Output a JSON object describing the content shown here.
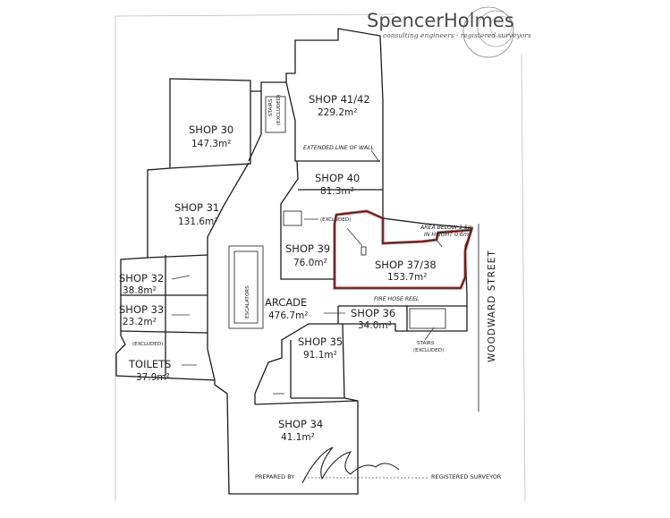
{
  "brand": {
    "name": "SpencerHolmes",
    "tagline": "consulting engineers · registered surveyors"
  },
  "street": "WOODWARD STREET",
  "units": [
    {
      "id": "shop-41-42",
      "name": "SHOP 41/42",
      "area": "229.2m²"
    },
    {
      "id": "shop-30",
      "name": "SHOP 30",
      "area": "147.3m²"
    },
    {
      "id": "shop-40",
      "name": "SHOP 40",
      "area": "81.3m²"
    },
    {
      "id": "shop-31",
      "name": "SHOP 31",
      "area": "131.6m²"
    },
    {
      "id": "shop-39",
      "name": "SHOP 39",
      "area": "76.0m²"
    },
    {
      "id": "shop-37-38",
      "name": "SHOP 37/38",
      "area": "153.7m²"
    },
    {
      "id": "shop-32",
      "name": "SHOP 32",
      "area": "38.8m²"
    },
    {
      "id": "shop-33",
      "name": "SHOP 33",
      "area": "23.2m²"
    },
    {
      "id": "arcade",
      "name": "ARCADE",
      "area": "476.7m²"
    },
    {
      "id": "shop-36",
      "name": "SHOP 36",
      "area": "34.0m²"
    },
    {
      "id": "shop-35",
      "name": "SHOP 35",
      "area": "91.1m²"
    },
    {
      "id": "toilets",
      "name": "TOILETS",
      "area": "37.9m²"
    },
    {
      "id": "shop-34",
      "name": "SHOP 34",
      "area": "41.1m²"
    }
  ],
  "notes": {
    "stairs_top": "STAIRS",
    "excluded_top": "(EXCLUDED)",
    "wall_line": "EXTENDED LINE OF WALL",
    "excluded_39": "(EXCLUDED)",
    "area_below_1": "AREA BELOW 1·5m",
    "area_below_2": "IN HEIGHT 0·6m²",
    "escalators": "ESCALATORS",
    "fire_hose": "FIRE HOSE REEL",
    "excluded_33": "(EXCLUDED)",
    "stairs_bottom": "STAIRS",
    "excluded_bottom": "(EXCLUDED)"
  },
  "footer": {
    "prepared_by": "PREPARED BY",
    "surveyor": "REGISTERED SURVEYOR"
  },
  "colors": {
    "highlight": "#c62828",
    "linework": "#1a1a1a"
  }
}
